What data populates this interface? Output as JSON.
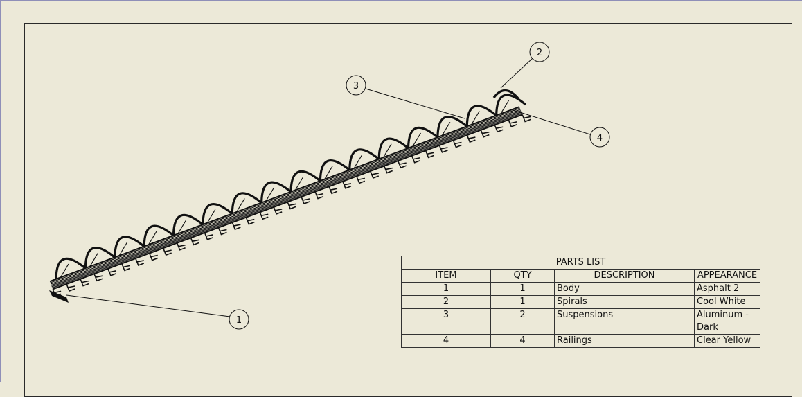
{
  "balloons": [
    {
      "label": "1"
    },
    {
      "label": "2"
    },
    {
      "label": "3"
    },
    {
      "label": "4"
    }
  ],
  "parts_list": {
    "title": "PARTS LIST",
    "headers": [
      "ITEM",
      "QTY",
      "DESCRIPTION",
      "APPEARANCE"
    ],
    "rows": [
      {
        "item": "1",
        "qty": "1",
        "description": "Body",
        "appearance": "Asphalt 2"
      },
      {
        "item": "2",
        "qty": "1",
        "description": "Spirals",
        "appearance": "Cool White"
      },
      {
        "item": "3",
        "qty": "2",
        "description": "Suspensions",
        "appearance": "Aluminum - Dark"
      },
      {
        "item": "4",
        "qty": "4",
        "description": "Railings",
        "appearance": "Clear Yellow"
      }
    ]
  },
  "colors": {
    "background": "#ece9d8",
    "line": "#111111",
    "border": "#2a2a2a"
  }
}
